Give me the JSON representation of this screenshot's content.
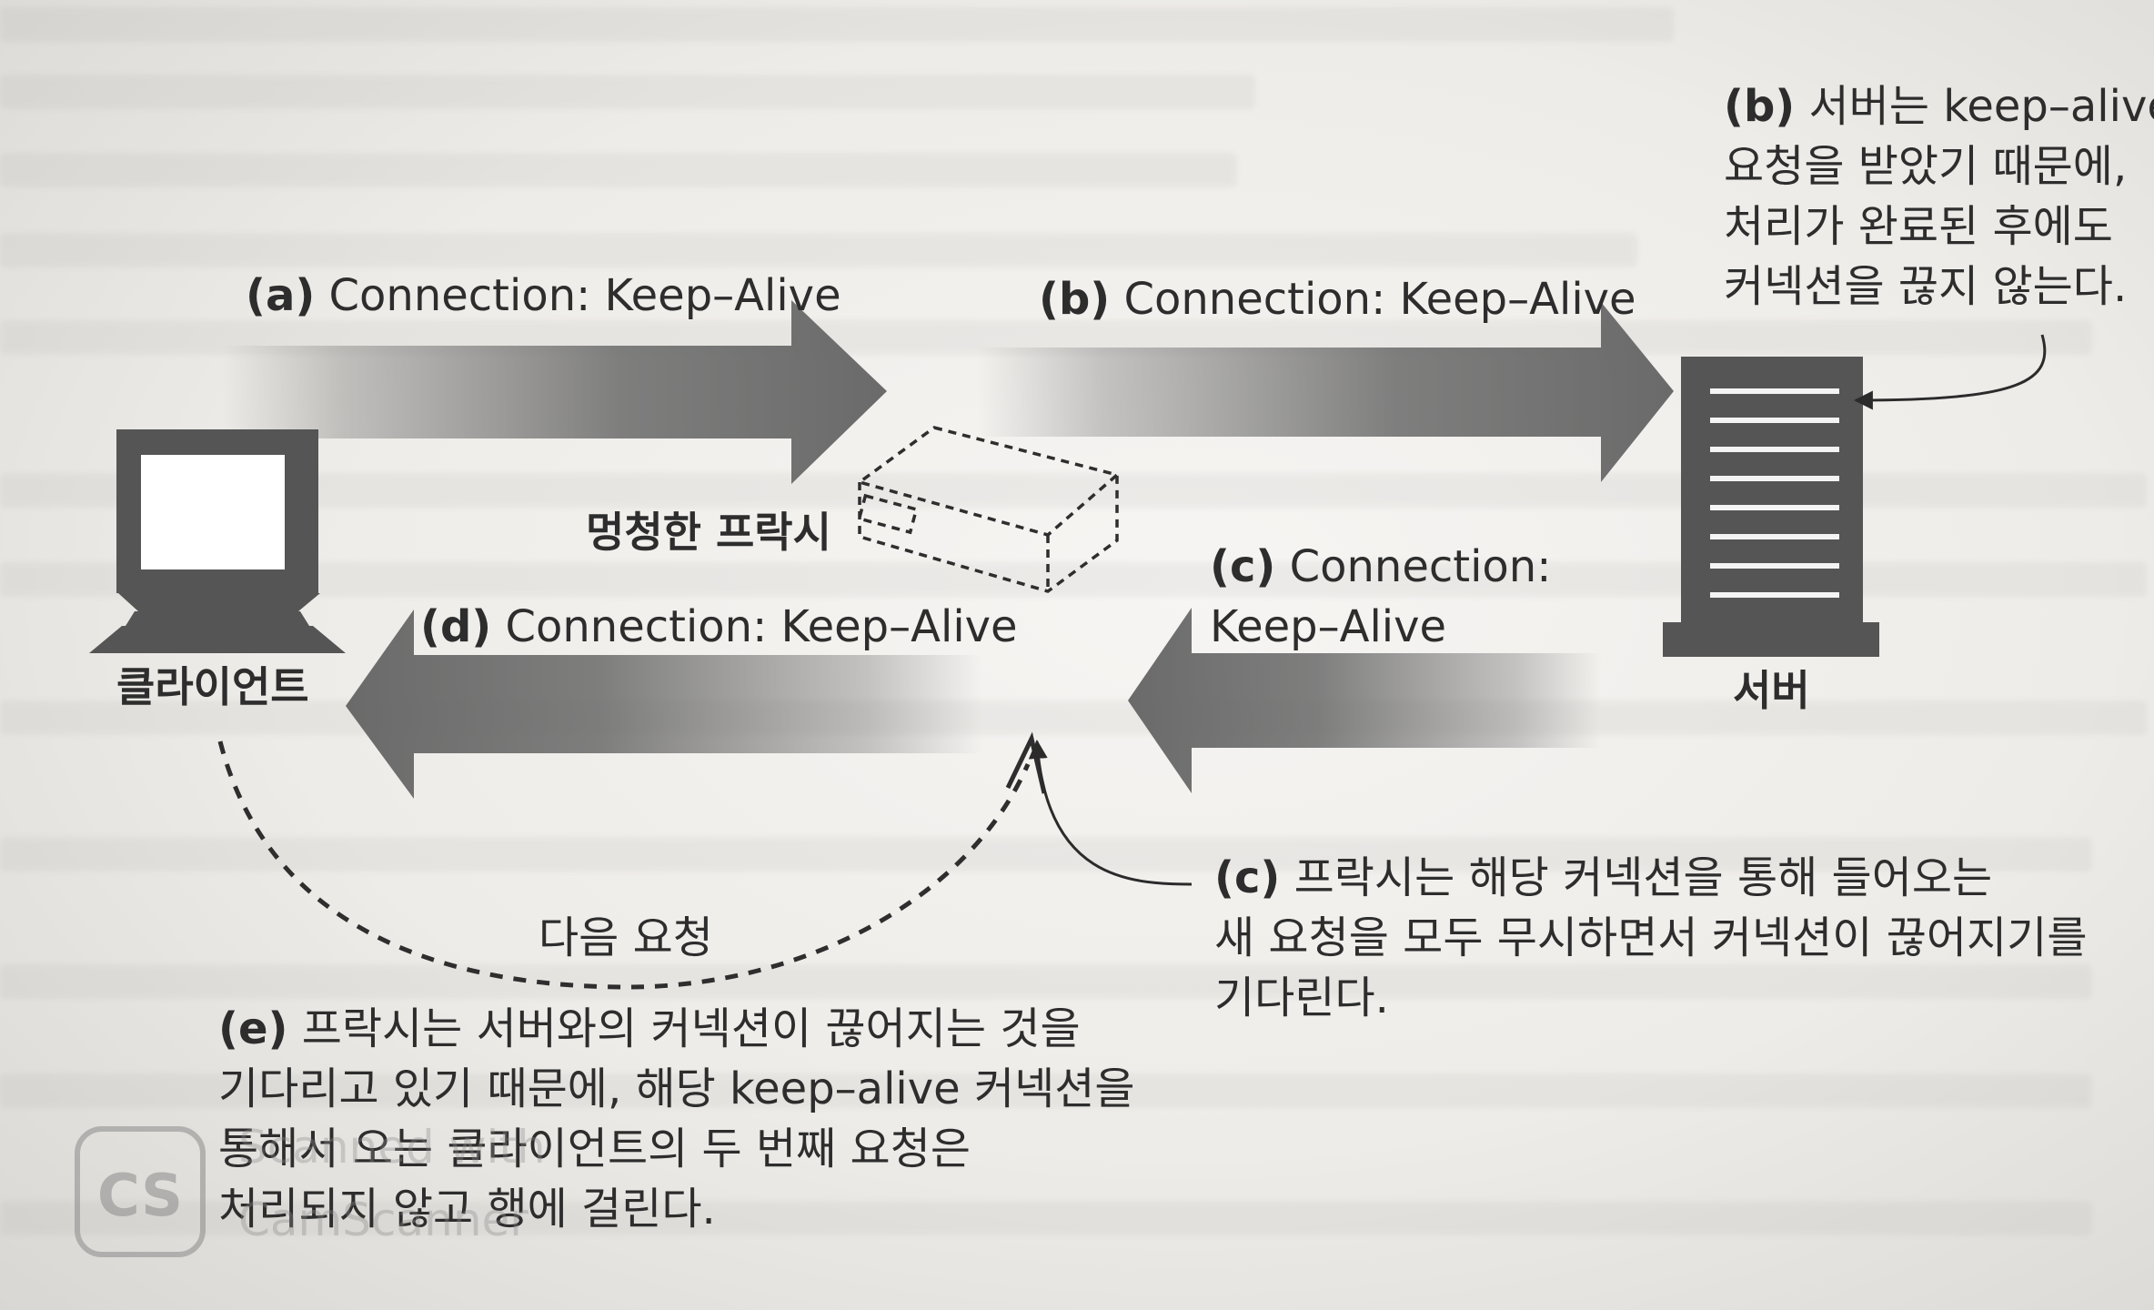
{
  "nodes": {
    "client": "클라이언트",
    "proxy": "멍청한 프락시",
    "server": "서버"
  },
  "arrows": {
    "a": {
      "letter": "(a)",
      "text": "Connection: Keep–Alive"
    },
    "b": {
      "letter": "(b)",
      "text": "Connection: Keep–Alive"
    },
    "c": {
      "letter": "(c)",
      "line1": "Connection:",
      "line2": "Keep–Alive"
    },
    "d": {
      "letter": "(d)",
      "text": "Connection: Keep–Alive"
    }
  },
  "next_request": "다음 요청",
  "notes": {
    "b": {
      "letter": "(b)",
      "lines": [
        "서버는 keep–alive",
        "요청을 받았기 때문에,",
        "처리가 완료된 후에도",
        "커넥션을 끊지 않는다."
      ]
    },
    "c": {
      "letter": "(c)",
      "lines": [
        "프락시는 해당 커넥션을 통해 들어오는",
        "새 요청을 모두 무시하면서 커넥션이 끊어지기를",
        "기다린다."
      ]
    },
    "e": {
      "letter": "(e)",
      "lines": [
        "프락시는 서버와의 커넥션이 끊어지는 것을",
        "기다리고 있기 때문에, 해당 keep–alive 커넥션을",
        "통해서 오는 클라이언트의 두 번째 요청은",
        "처리되지 않고 행에 걸린다."
      ]
    }
  },
  "watermark": {
    "logo": "CS",
    "line1": "Scanned with",
    "line2": "CamScanner"
  }
}
